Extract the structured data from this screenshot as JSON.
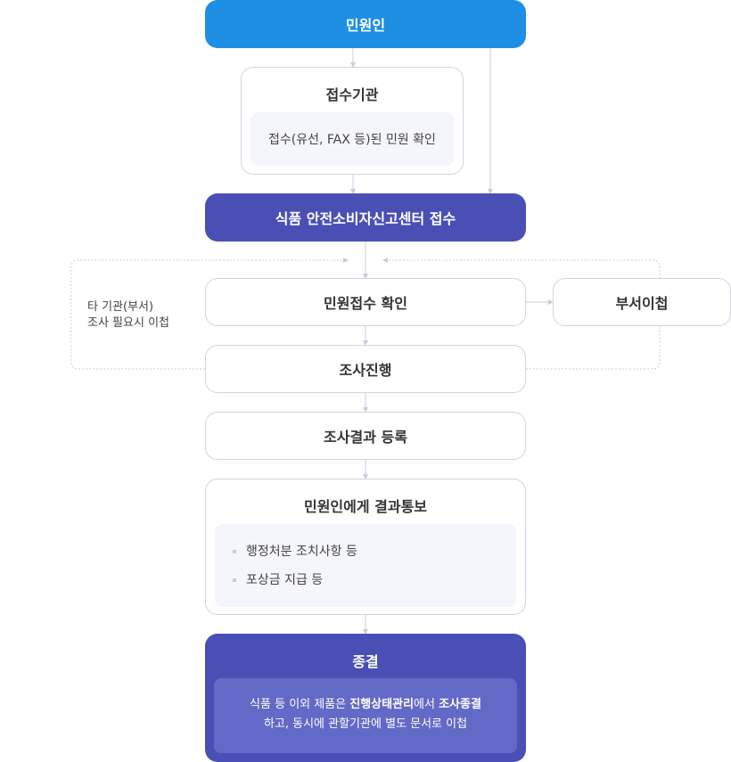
{
  "nodes": {
    "complainant": "민원인",
    "reception_agency": {
      "title": "접수기관",
      "detail": "접수(유선, FAX 등)된 민원 확인"
    },
    "center_receipt": "식품 안전소비자신고센터 접수",
    "check": "민원접수 확인",
    "dept_transfer": "부서이첩",
    "investigate": "조사진행",
    "register": "조사결과 등록",
    "notify": {
      "title": "민원인에게 결과통보",
      "items": [
        "행정처분 조치사항 등",
        "포상금 지급 등"
      ]
    },
    "close": {
      "title": "종결",
      "line1_a": "식품 등 이외 제품은 ",
      "line1_b": "진행상태관리",
      "line1_c": "에서 ",
      "line1_d": "조사종결",
      "line2": "하고, 동시에 관할기관에 별도 문서로 이첩"
    }
  },
  "side_note": {
    "line1": "타 기관(부서)",
    "line2": "조사 필요시 이첩"
  },
  "colors": {
    "blue": "#1e8fe2",
    "indigo": "#4a4fb6",
    "indigo_inner": "#6369c6",
    "line": "#c8ccdc"
  }
}
